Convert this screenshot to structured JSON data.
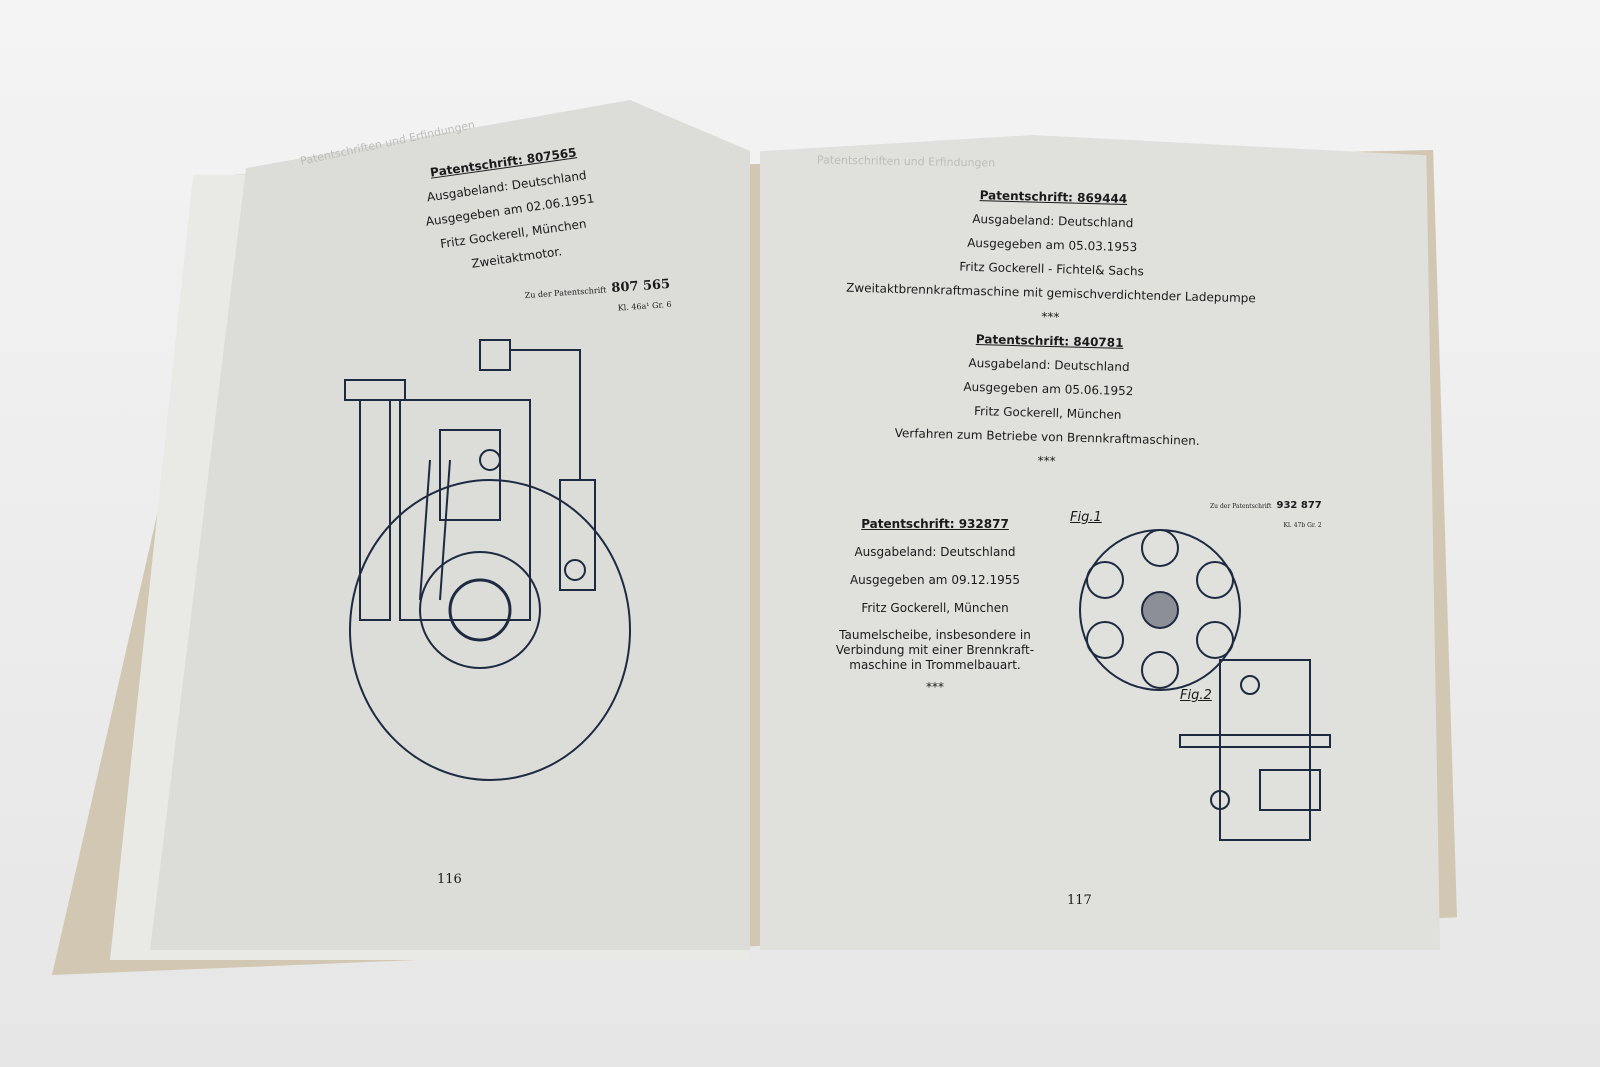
{
  "left_page": {
    "header": "Patentschriften und Erfindungen",
    "title": "Patentschrift: 807565",
    "lines": [
      "Ausgabeland: Deutschland",
      "Ausgegeben am 02.06.1951",
      "Fritz Gockerell, München",
      "Zweitaktmotor."
    ],
    "stamp_prefix": "Zu der Patentschrift",
    "stamp_number": "807 565",
    "stamp_class": "Kl. 46a¹ Gr. 6",
    "page_number": "116"
  },
  "right_page": {
    "header": "Patentschriften und Erfindungen",
    "entries": [
      {
        "title": "Patentschrift: 869444",
        "lines": [
          "Ausgabeland: Deutschland",
          "Ausgegeben am 05.03.1953",
          "Fritz Gockerell - Fichtel& Sachs",
          "Zweitaktbrennkraftmaschine mit gemischverdichtender Ladepumpe"
        ]
      },
      {
        "title": "Patentschrift: 840781",
        "lines": [
          "Ausgabeland: Deutschland",
          "Ausgegeben am 05.06.1952",
          "Fritz Gockerell, München",
          "Verfahren zum Betriebe von Brennkraftmaschinen."
        ]
      },
      {
        "title": "Patentschrift: 932877",
        "lines": [
          "Ausgabeland: Deutschland",
          "Ausgegeben am 09.12.1955",
          "Fritz Gockerell, München",
          "Taumelscheibe, insbesondere in Verbindung mit einer Brennkraft-maschine in Trommelbauart."
        ]
      }
    ],
    "separator": "***",
    "stamp_prefix": "Zu der Patentschrift",
    "stamp_number": "932 877",
    "stamp_class": "Kl. 47b Gr. 2",
    "fig1": "Fig.1",
    "fig2": "Fig.2",
    "page_number": "117"
  }
}
